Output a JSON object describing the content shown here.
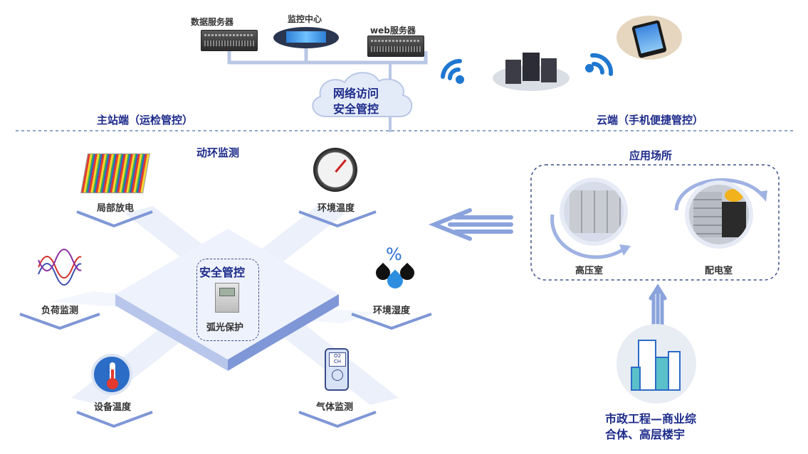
{
  "top": {
    "data_server": "数据服务器",
    "monitor_center": "监控中心",
    "web_server": "web服务器",
    "network_cloud_line1": "网络访问",
    "network_cloud_line2": "安全管控"
  },
  "sections": {
    "master_station": "主站端（运检管控）",
    "cloud_side": "云端（手机便捷管控）"
  },
  "monitoring": {
    "title": "动环监测",
    "partial_discharge": "局部放电",
    "env_temperature": "环境温度",
    "load_monitoring": "负荷监测",
    "env_humidity": "环境湿度",
    "equipment_temperature": "设备温度",
    "gas_monitoring": "气体监测",
    "center_title": "安全管控",
    "center_device": "弧光保护",
    "humidity_symbol": "%",
    "gas_device_text_top": "O2",
    "gas_device_text_bottom": "CH"
  },
  "application": {
    "title": "应用场所",
    "high_voltage_room": "高压室",
    "distribution_room": "配电室",
    "building_caption_line1": "市政工程—商业综",
    "building_caption_line2": "合体、高层楼宇"
  },
  "colors": {
    "navy": "#1d2b8a",
    "accent_blue": "#2d6fd6",
    "light_blue": "#dfe6f6",
    "wifi_blue": "#1f77d0"
  }
}
